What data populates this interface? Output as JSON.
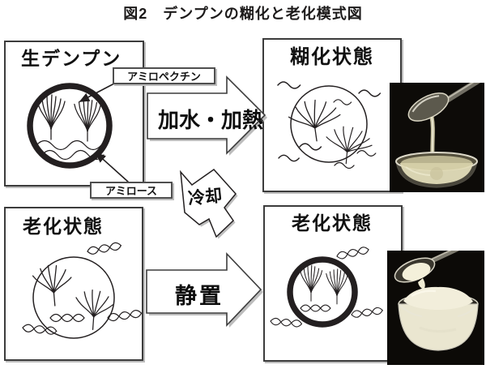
{
  "figure": {
    "title": "図2　デンプンの糊化と老化模式図"
  },
  "panels": {
    "raw": {
      "title": "生デンプン"
    },
    "gelatinized": {
      "title": "糊化状態"
    },
    "aged_left": {
      "title": "老化状態"
    },
    "aged_right": {
      "title": "老化状態"
    }
  },
  "callouts": {
    "amylopectin": "アミロペクチン",
    "amylose": "アミロース"
  },
  "process_arrows": {
    "heat": "加水・加熱",
    "cool": "冷却",
    "stand": "静置"
  },
  "icons": {
    "granule_ring": "starch-granule-ring-icon",
    "branch": "amylopectin-branch-icon",
    "wave": "amylose-wave-icon",
    "gel_photo": "gelatinized-starch-spoon-photo",
    "paste_photo": "retrograded-starch-spoon-photo"
  },
  "colors": {
    "line": "#231f20",
    "box_border": "#3c3c3c",
    "shadow": "#bdbdbd",
    "photo_background": "#0c0a07",
    "gel_liquid": "#ded8b0",
    "retro_paste": "#f2eedb"
  }
}
